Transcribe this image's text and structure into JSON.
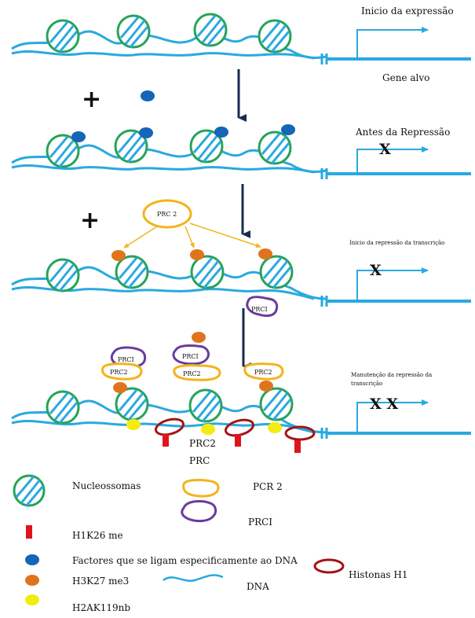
{
  "rows": {
    "row1": {
      "title": "Inicio da expressão",
      "gene": "Gene alvo"
    },
    "row2": {
      "title": "Antes da Repressão",
      "mark": "X"
    },
    "row3": {
      "title": "Inicio da repressão da transcrição",
      "mark": "X",
      "complex": "PRC 2",
      "floating_complex": "PRCI"
    },
    "row4": {
      "title_line1": "Manutenção da repressão da",
      "title_line2": "transcrição",
      "mark": "X X",
      "stack_prc2": "PRC2",
      "stack_prc1": "PRCI",
      "below_a": "PRC2",
      "below_b": "PRC"
    }
  },
  "plus": "+",
  "legend": {
    "nucleosome": "Nucleossomas",
    "pcr2": "PCR 2",
    "prc1": "PRCI",
    "h1k26": "H1K26 me",
    "dna_factors": "Factores que se ligam especificamente ao DNA",
    "histone_h1": "Histonas H1",
    "h3k27": "H3K27 me3",
    "dna": "DNA",
    "h2ak119": "H2AK119nb"
  },
  "colors": {
    "dna": "#2aa9df",
    "nucleosome": "#25a35a",
    "factor": "#1565b8",
    "h3k27": "#e0741c",
    "h2ak": "#f2ec10",
    "prc2": "#f2b41c",
    "prc1": "#6a3aa0",
    "histone_h1": "#a31414",
    "h1k26": "#e0141c",
    "arrow": "#1a2a50"
  }
}
